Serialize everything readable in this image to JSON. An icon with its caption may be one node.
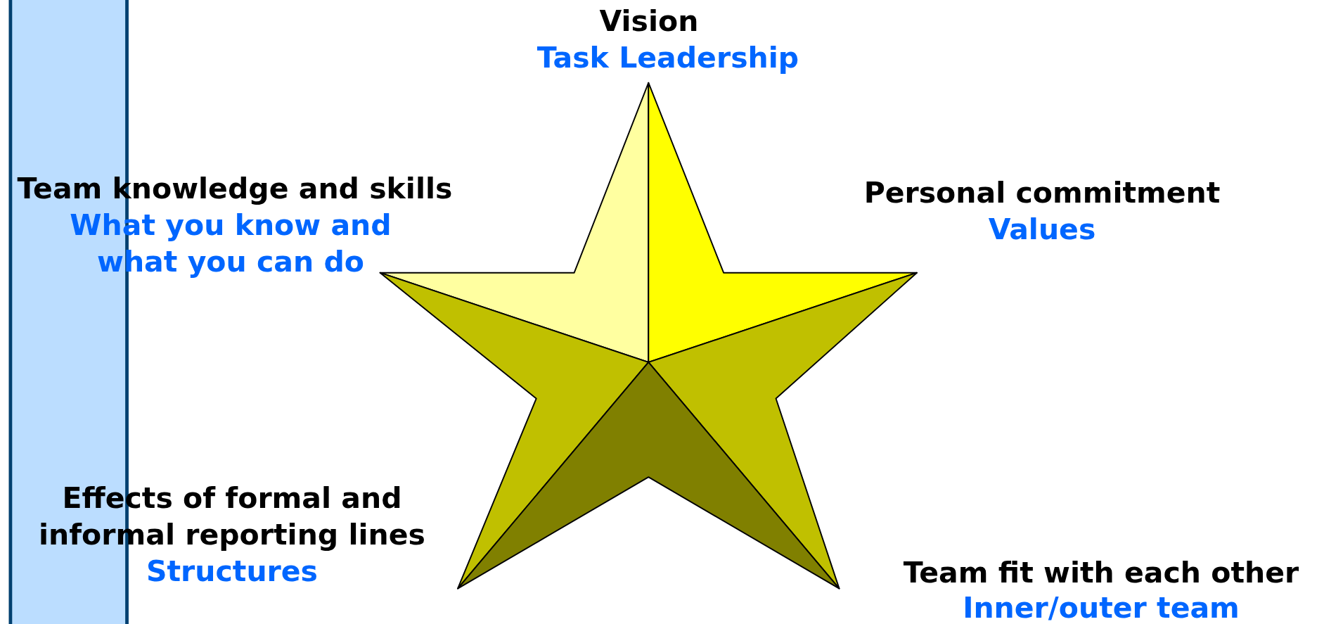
{
  "diagram": {
    "nodes": [
      {
        "text": [],
        "shape": "bar"
      }
    ],
    "labels": [
      "Vision",
      "Task Leadership",
      "Personal commitment",
      "Values",
      "Team knowledge and skills",
      "What you know and what you can do",
      "Effects of formal and informal reporting lines",
      "Structures",
      "Team fit with each other",
      "Inner/outer team"
    ]
  }
}
